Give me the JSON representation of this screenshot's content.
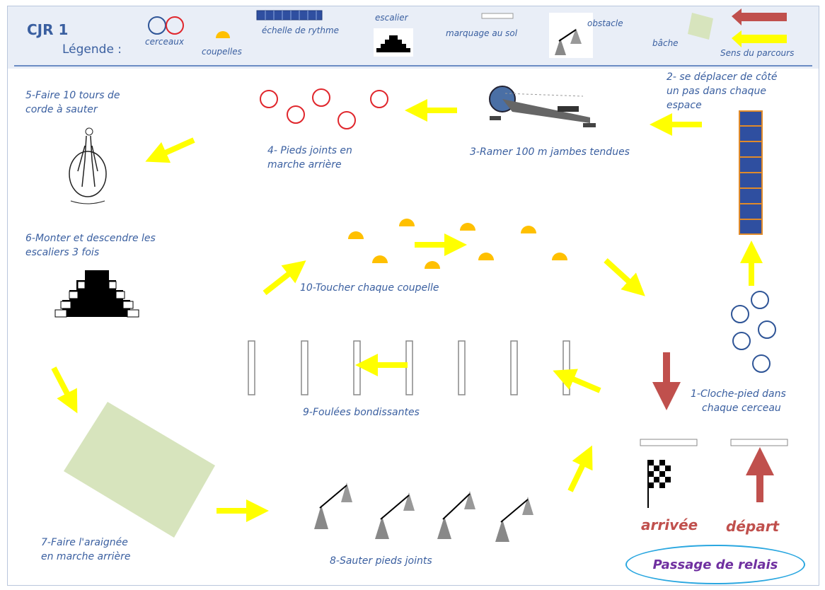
{
  "header": {
    "title": "CJR 1",
    "legend_label": "Légende :"
  },
  "legend": {
    "cerceaux": "cerceaux",
    "coupelles": "coupelles",
    "echelle": "échelle de rythme",
    "escalier": "escalier",
    "marquage": "marquage au sol",
    "obstacle": "obstacle",
    "bache": "bâche",
    "sens": "Sens du parcours"
  },
  "stations": {
    "s1_line1": "1-Cloche-pied dans",
    "s1_line2": "chaque cerceau",
    "s2_line1": "2- se déplacer de côté",
    "s2_line2": "un pas dans chaque",
    "s2_line3": "espace",
    "s3": "3-Ramer 100 m jambes  tendues",
    "s4_line1": "4- Pieds joints en",
    "s4_line2": "marche arrière",
    "s5_line1": "5-Faire 10 tours  de",
    "s5_line2": "corde à sauter",
    "s6_line1": "6-Monter et descendre les",
    "s6_line2": "escaliers  3 fois",
    "s7_line1": "7-Faire l'araignée",
    "s7_line2": "en marche arrière",
    "s8": "8-Sauter pieds joints",
    "s9": "9-Foulées bondissantes",
    "s10": "10-Toucher chaque  coupelle"
  },
  "finish": {
    "arrivee": "arrivée",
    "depart": "départ",
    "relais": "Passage de relais"
  },
  "colors": {
    "arrow_yellow": "#ffff00",
    "arrow_red": "#c0504d",
    "cone_orange": "#ffc000",
    "hoop_blue": "#2f5597",
    "hoop_red": "#e0262c",
    "tarp_green": "#d7e4bd",
    "ladder_blue": "#2f4fa0",
    "text_blue": "#3a5fa0",
    "relay_purple": "#7030a0"
  }
}
